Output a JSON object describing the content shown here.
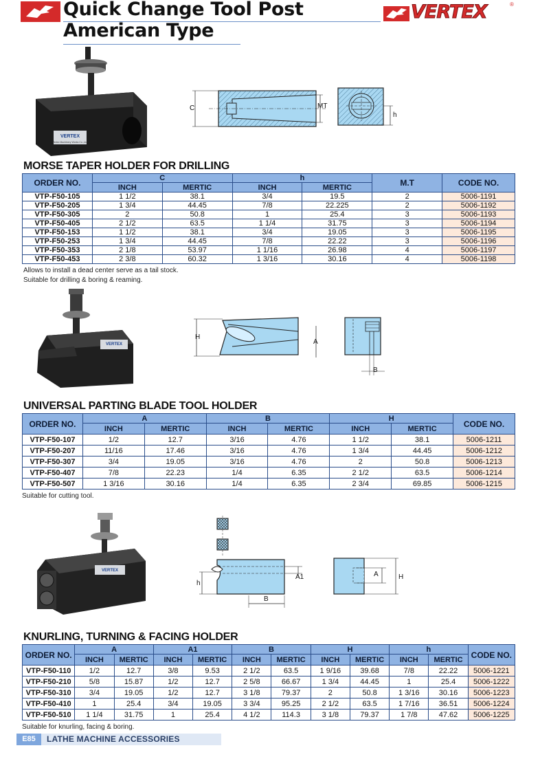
{
  "header": {
    "title_line1": "Quick Change Tool Post",
    "title_line2": "American Type",
    "brand": "VERTEX",
    "brand_reg": "®"
  },
  "labels": {
    "brand_plate": "VERTEX",
    "brand_plate_sub": "Vertex Machinery Works Co.,Ltd."
  },
  "section1": {
    "title": "MORSE TAPER HOLDER FOR DRILLING",
    "diagram_labels": {
      "c": "C",
      "mt": "MT",
      "h": "h"
    },
    "headers": {
      "order": "ORDER NO.",
      "c": "C",
      "h": "h",
      "mt": "M.T",
      "code": "CODE NO.",
      "inch": "INCH",
      "metric": "MERTIC"
    },
    "rows": [
      [
        "VTP-F50-105",
        "1 1/2",
        "38.1",
        "3/4",
        "19.5",
        "2",
        "5006-1191"
      ],
      [
        "VTP-F50-205",
        "1 3/4",
        "44.45",
        "7/8",
        "22.225",
        "2",
        "5006-1192"
      ],
      [
        "VTP-F50-305",
        "2",
        "50.8",
        "1",
        "25.4",
        "3",
        "5006-1193"
      ],
      [
        "VTP-F50-405",
        "2 1/2",
        "63.5",
        "1 1/4",
        "31.75",
        "3",
        "5006-1194"
      ],
      [
        "VTP-F50-153",
        "1 1/2",
        "38.1",
        "3/4",
        "19.05",
        "3",
        "5006-1195"
      ],
      [
        "VTP-F50-253",
        "1 3/4",
        "44.45",
        "7/8",
        "22.22",
        "3",
        "5006-1196"
      ],
      [
        "VTP-F50-353",
        "2 1/8",
        "53.97",
        "1 1/16",
        "26.98",
        "4",
        "5006-1197"
      ],
      [
        "VTP-F50-453",
        "2 3/8",
        "60.32",
        "1 3/16",
        "30.16",
        "4",
        "5006-1198"
      ]
    ],
    "note1": "Allows to install a dead center serve as a tail stock.",
    "note2": "Suitable for drilling & boring & reaming."
  },
  "section2": {
    "title": "UNIVERSAL PARTING BLADE TOOL HOLDER",
    "diagram_labels": {
      "h": "H",
      "a": "A",
      "b": "B"
    },
    "headers": {
      "order": "ORDER NO.",
      "a": "A",
      "b": "B",
      "h": "H",
      "code": "CODE NO.",
      "inch": "INCH",
      "metric": "MERTIC"
    },
    "rows": [
      [
        "VTP-F50-107",
        "1/2",
        "12.7",
        "3/16",
        "4.76",
        "1 1/2",
        "38.1",
        "5006-1211"
      ],
      [
        "VTP-F50-207",
        "11/16",
        "17.46",
        "3/16",
        "4.76",
        "1 3/4",
        "44.45",
        "5006-1212"
      ],
      [
        "VTP-F50-307",
        "3/4",
        "19.05",
        "3/16",
        "4.76",
        "2",
        "50.8",
        "5006-1213"
      ],
      [
        "VTP-F50-407",
        "7/8",
        "22.23",
        "1/4",
        "6.35",
        "2 1/2",
        "63.5",
        "5006-1214"
      ],
      [
        "VTP-F50-507",
        "1 3/16",
        "30.16",
        "1/4",
        "6.35",
        "2 3/4",
        "69.85",
        "5006-1215"
      ]
    ],
    "note1": "Suitable for cutting tool."
  },
  "section3": {
    "title": "KNURLING, TURNING & FACING HOLDER",
    "diagram_labels": {
      "h_small": "h",
      "a1": "A1",
      "b": "B",
      "a": "A",
      "h": "H"
    },
    "headers": {
      "order": "ORDER NO.",
      "a": "A",
      "a1": "A1",
      "b": "B",
      "h": "H",
      "h_small": "h",
      "code": "CODE NO.",
      "inch": "INCH",
      "metric": "MERTIC"
    },
    "rows": [
      [
        "VTP-F50-110",
        "1/2",
        "12.7",
        "3/8",
        "9.53",
        "2 1/2",
        "63.5",
        "1 9/16",
        "39.68",
        "7/8",
        "22.22",
        "5006-1221"
      ],
      [
        "VTP-F50-210",
        "5/8",
        "15.87",
        "1/2",
        "12.7",
        "2 5/8",
        "66.67",
        "1 3/4",
        "44.45",
        "1",
        "25.4",
        "5006-1222"
      ],
      [
        "VTP-F50-310",
        "3/4",
        "19.05",
        "1/2",
        "12.7",
        "3 1/8",
        "79.37",
        "2",
        "50.8",
        "1 3/16",
        "30.16",
        "5006-1223"
      ],
      [
        "VTP-F50-410",
        "1",
        "25.4",
        "3/4",
        "19.05",
        "3 3/4",
        "95.25",
        "2 1/2",
        "63.5",
        "1 7/16",
        "36.51",
        "5006-1224"
      ],
      [
        "VTP-F50-510",
        "1 1/4",
        "31.75",
        "1",
        "25.4",
        "4 1/2",
        "114.3",
        "3 1/8",
        "79.37",
        "1 7/8",
        "47.62",
        "5006-1225"
      ]
    ],
    "note1": "Suitable for knurling, facing & boring."
  },
  "footer": {
    "page": "E85",
    "section": "LATHE MACHINE ACCESSORIES"
  },
  "colors": {
    "header_fill": "#8fb3e3",
    "code_fill": "#fde9db",
    "diagram_fill": "#a9d8f2",
    "brand_red": "#d42a2a"
  }
}
